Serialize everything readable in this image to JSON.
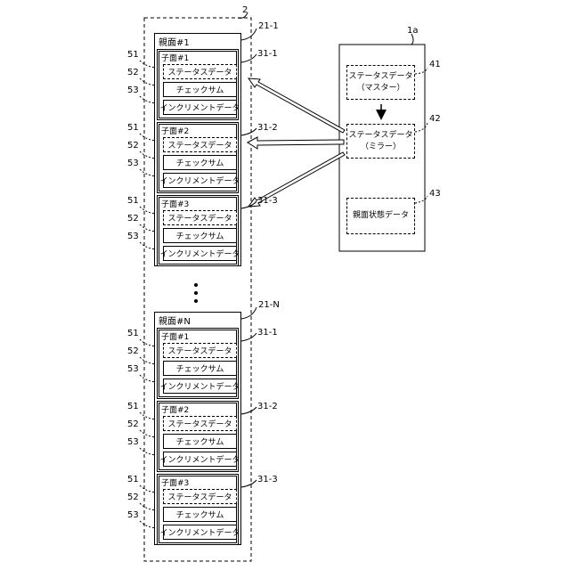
{
  "container_ref": "2",
  "device": {
    "ref": "1a",
    "boxes": [
      {
        "ref": "41",
        "line1": "ステータスデータ",
        "line2": "（マスター）"
      },
      {
        "ref": "42",
        "line1": "ステータスデータ",
        "line2": "（ミラー）"
      },
      {
        "ref": "43",
        "line1": "親面状態データ",
        "line2": ""
      }
    ]
  },
  "parents": [
    {
      "title": "親面#1",
      "ref": "21-1",
      "children": [
        {
          "title": "子面#1",
          "ref": "31-1"
        },
        {
          "title": "子面#2",
          "ref": "31-2"
        },
        {
          "title": "子面#3",
          "ref": "31-3"
        }
      ]
    },
    {
      "title": "親面#N",
      "ref": "21-N",
      "children": [
        {
          "title": "子面#1",
          "ref": "31-1"
        },
        {
          "title": "子面#2",
          "ref": "31-2"
        },
        {
          "title": "子面#3",
          "ref": "31-3"
        }
      ]
    }
  ],
  "fields": [
    {
      "ref": "51",
      "label": "ステータスデータ"
    },
    {
      "ref": "52",
      "label": "チェックサム"
    },
    {
      "ref": "53",
      "label": "インクリメントデータ"
    }
  ]
}
